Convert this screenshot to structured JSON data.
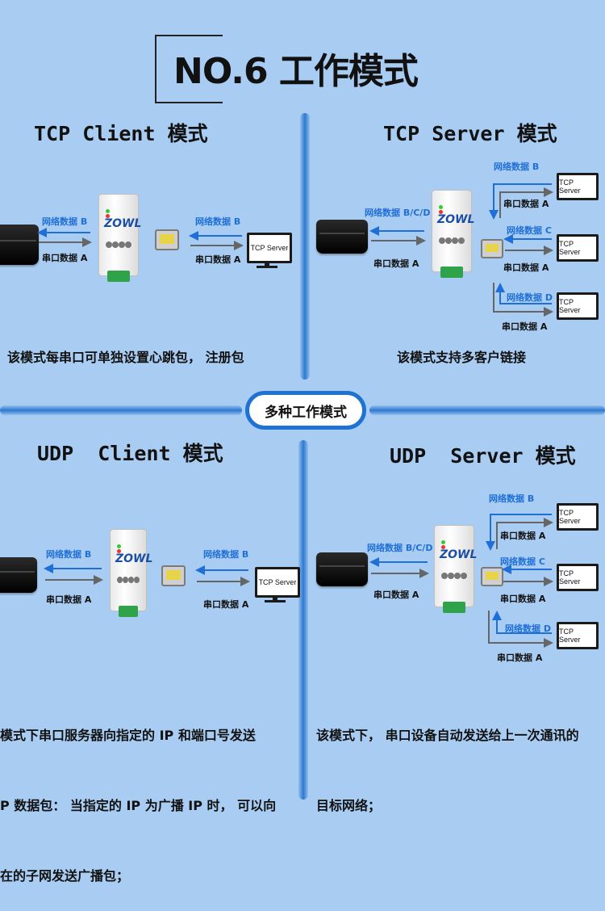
{
  "title": "NO.6 工作模式",
  "center_label": "多种工作模式",
  "quadrants": {
    "tcp_client": {
      "title": "TCP Client 模式",
      "net_label": "网络数据 B",
      "serial_label": "串口数据 A",
      "right_net_label": "网络数据 B",
      "right_serial_label": "串口数据 A",
      "server_label": "TCP Server",
      "desc": "该模式每串口可单独设置心跳包， 注册包"
    },
    "tcp_server": {
      "title": "TCP Server 模式",
      "net_label": "网络数据 B/C/D",
      "serial_label": "串口数据 A",
      "clients": [
        {
          "net": "网络数据 B",
          "serial": "串口数据 A",
          "label": "TCP Server"
        },
        {
          "net": "网络数据 C",
          "serial": "串口数据 A",
          "label": "TCP Server"
        },
        {
          "net": "网络数据 D",
          "serial": "串口数据 A",
          "label": "TCP Server"
        }
      ],
      "desc": "该模式支持多客户链接"
    },
    "udp_client": {
      "title": "UDP  Client 模式",
      "net_label": "网络数据 B",
      "serial_label": "串口数据 A",
      "right_net_label": "网络数据 B",
      "right_serial_label": "串口数据 A",
      "server_label": "TCP Server",
      "desc_lines": [
        "模式下串口服务器向指定的 IP 和端口号发送",
        "P 数据包： 当指定的 IP 为广播 IP 时， 可以向",
        "在的子网发送广播包；"
      ]
    },
    "udp_server": {
      "title": "UDP  Server 模式",
      "net_label": "网络数据 B/C/D",
      "serial_label": "串口数据 A",
      "clients": [
        {
          "net": "网络数据 B",
          "serial": "串口数据 A",
          "label": "TCP Server"
        },
        {
          "net": "网络数据 C",
          "serial": "串口数据 A",
          "label": "TCP Server"
        },
        {
          "net": "网络数据 D",
          "serial": "串口数据 A",
          "label": "TCP Server"
        }
      ],
      "desc_lines": [
        "该模式下， 串口设备自动发送给上一次通讯的",
        "目标网络；"
      ]
    }
  },
  "device_logo": "ZOWL",
  "colors": {
    "background": "#a9cdf2",
    "accent": "#1f72d1",
    "arrow_blue": "#1f6fd6",
    "arrow_gray": "#666666",
    "terminal_green": "#2fa34a"
  }
}
